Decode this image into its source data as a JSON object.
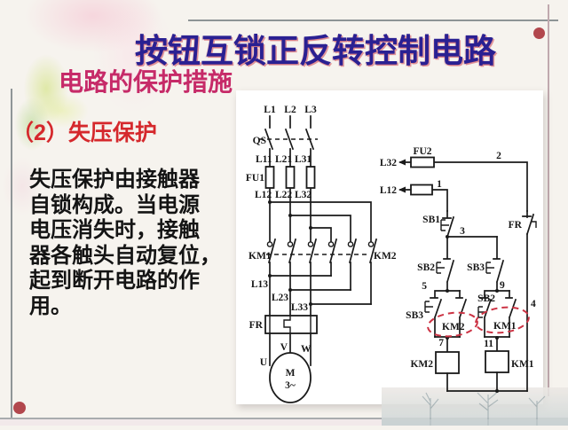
{
  "title": "按钮互锁正反转控制电路",
  "subtitle": "电路的保护措施",
  "section": {
    "heading": "（2）失压保护",
    "body_lines": [
      "失压保护由接触器",
      "自锁构成。当电源",
      "电压消失时，接触",
      "器各触头自动复位，",
      "起到断开电路的作",
      "用。"
    ]
  },
  "colors": {
    "title": "#2a2092",
    "subtitle": "#c62a68",
    "heading": "#d5282c",
    "body": "#141414",
    "circuit_line": "#1a1a1a",
    "highlight_red": "#cc3344",
    "corner_dot": "#b2474d"
  },
  "main_circuit": {
    "labels": {
      "L1": "L1",
      "L2": "L2",
      "L3": "L3",
      "QS": "QS",
      "L11": "L11",
      "L21": "L21",
      "L31": "L31",
      "FU1": "FU1",
      "L12": "L12",
      "L22": "L22",
      "L32": "L32",
      "KM1": "KM1",
      "KM2": "KM2",
      "L13": "L13",
      "L23": "L23",
      "L33": "L33",
      "FR": "FR",
      "U": "U",
      "V": "V",
      "W": "W",
      "M": "M",
      "phase": "3~"
    }
  },
  "control_circuit": {
    "labels": {
      "L32": "L32",
      "FU2": "FU2",
      "n2": "2",
      "L12": "L12",
      "n1": "1",
      "SB1": "SB1",
      "n3": "3",
      "SB2_start": "SB2",
      "SB3_start": "SB3",
      "FR": "FR",
      "n4": "4",
      "n5": "5",
      "n9": "9",
      "SB3_nc": "SB3",
      "SB2_nc": "SB2",
      "KM2_aux": "KM2",
      "KM1_aux": "KM1",
      "n7": "7",
      "n11": "11",
      "KM2_coil": "KM2",
      "KM1_coil": "KM1"
    }
  }
}
